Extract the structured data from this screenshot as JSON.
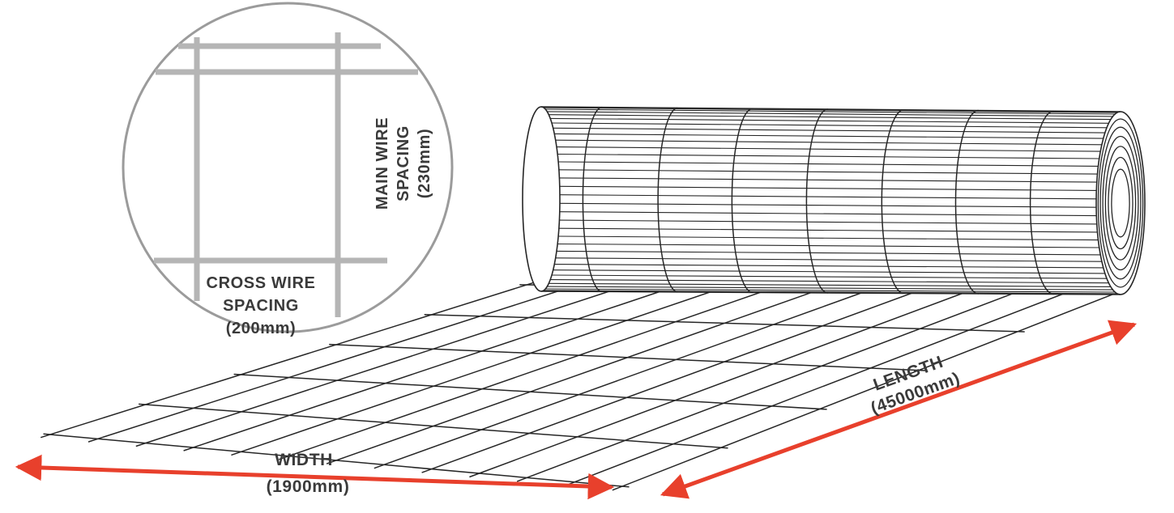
{
  "labels": {
    "width_title": "WIDTH",
    "width_value": "(1900mm)",
    "length_title": "LENGTH",
    "length_value": "(45000mm)"
  },
  "inset": {
    "main_wire": [
      "MAIN WIRE",
      "SPACING",
      "(230mm)"
    ],
    "cross_wire": [
      "CROSS WIRE",
      "SPACING",
      "(200mm)"
    ]
  },
  "measurements": {
    "width_mm": 1900,
    "length_mm": 45000,
    "main_wire_spacing_mm": 230,
    "cross_wire_spacing_mm": 200
  },
  "colors": {
    "arrow": "#e8402c",
    "line": "#262626",
    "wire_gray": "#b5b5b5",
    "text": "#3a3a3a",
    "circle": "#9b9b9b"
  }
}
